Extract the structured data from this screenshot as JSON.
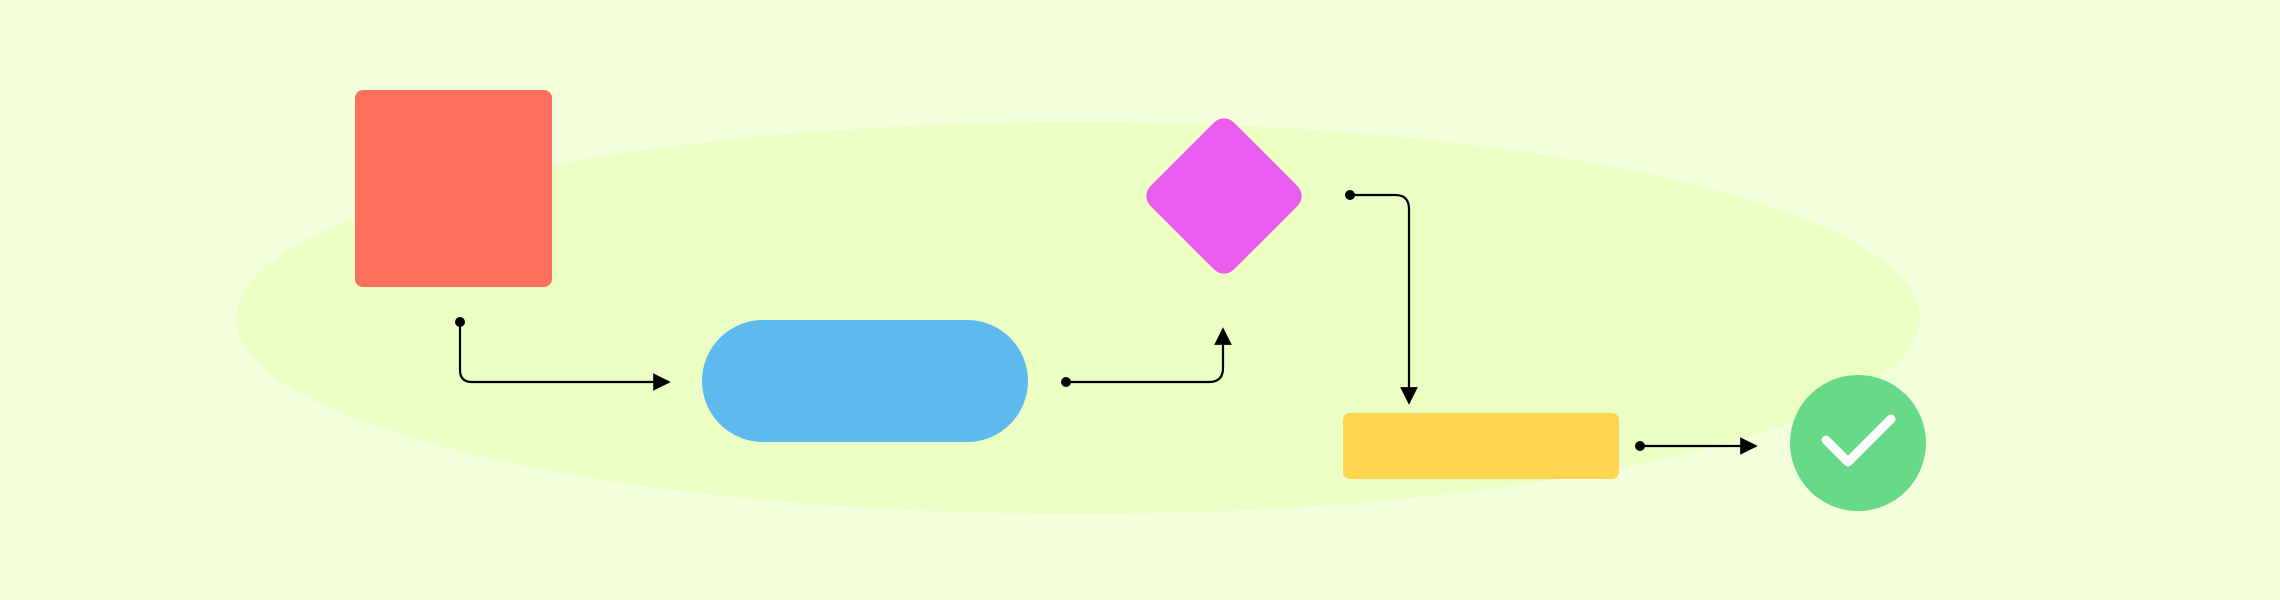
{
  "colors": {
    "background": "#F3FFDC",
    "blob": "#EBFEC4",
    "square": "#FF705C",
    "pill": "#5EBAEE",
    "diamond": "#EB5CEE",
    "bar": "#FFD54F",
    "check_circle": "#66DA87",
    "check_mark": "#FFFFFF",
    "connector": "#000000"
  },
  "nodes": [
    {
      "id": "square",
      "shape": "rounded-square"
    },
    {
      "id": "pill",
      "shape": "pill"
    },
    {
      "id": "diamond",
      "shape": "diamond"
    },
    {
      "id": "bar",
      "shape": "rounded-rectangle"
    },
    {
      "id": "check",
      "shape": "circle",
      "icon": "check-icon"
    }
  ],
  "edges": [
    {
      "from": "square",
      "to": "pill"
    },
    {
      "from": "pill",
      "to": "diamond"
    },
    {
      "from": "diamond",
      "to": "bar"
    },
    {
      "from": "bar",
      "to": "check"
    }
  ]
}
